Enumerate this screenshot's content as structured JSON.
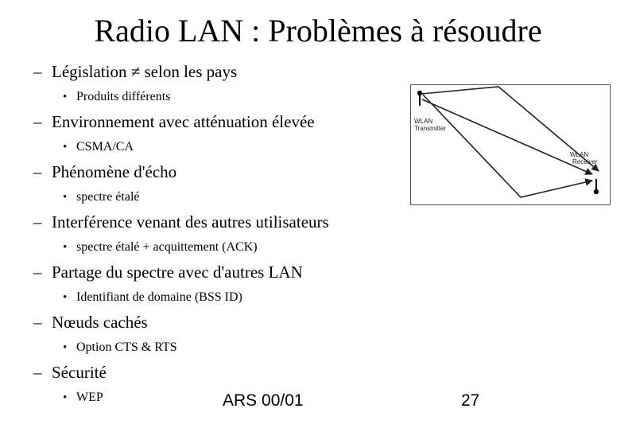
{
  "slide": {
    "title": "Radio LAN : Problèmes à résoudre",
    "level1_marker": "–",
    "level2_marker": "•",
    "items": [
      {
        "text": "Législation ≠ selon les pays",
        "sub": "Produits différents"
      },
      {
        "text": "Environnement avec atténuation élevée",
        "sub": "CSMA/CA"
      },
      {
        "text": "Phénomène d'écho",
        "sub": "spectre étalé"
      },
      {
        "text": "Interférence venant des autres utilisateurs",
        "sub": "spectre étalé + acquittement (ACK)"
      },
      {
        "text": "Partage du spectre avec d'autres LAN",
        "sub": "Identifiant de domaine (BSS ID)"
      },
      {
        "text": "Nœuds cachés",
        "sub": "Option CTS & RTS"
      },
      {
        "text": "Sécurité",
        "sub": "WEP"
      }
    ]
  },
  "figure": {
    "transmitter_label": [
      "WLAN",
      "Transmitter"
    ],
    "receiver_label": [
      "WLAN",
      "Receiver"
    ]
  },
  "footer": {
    "course": "ARS 00/01",
    "page_number": "27"
  }
}
